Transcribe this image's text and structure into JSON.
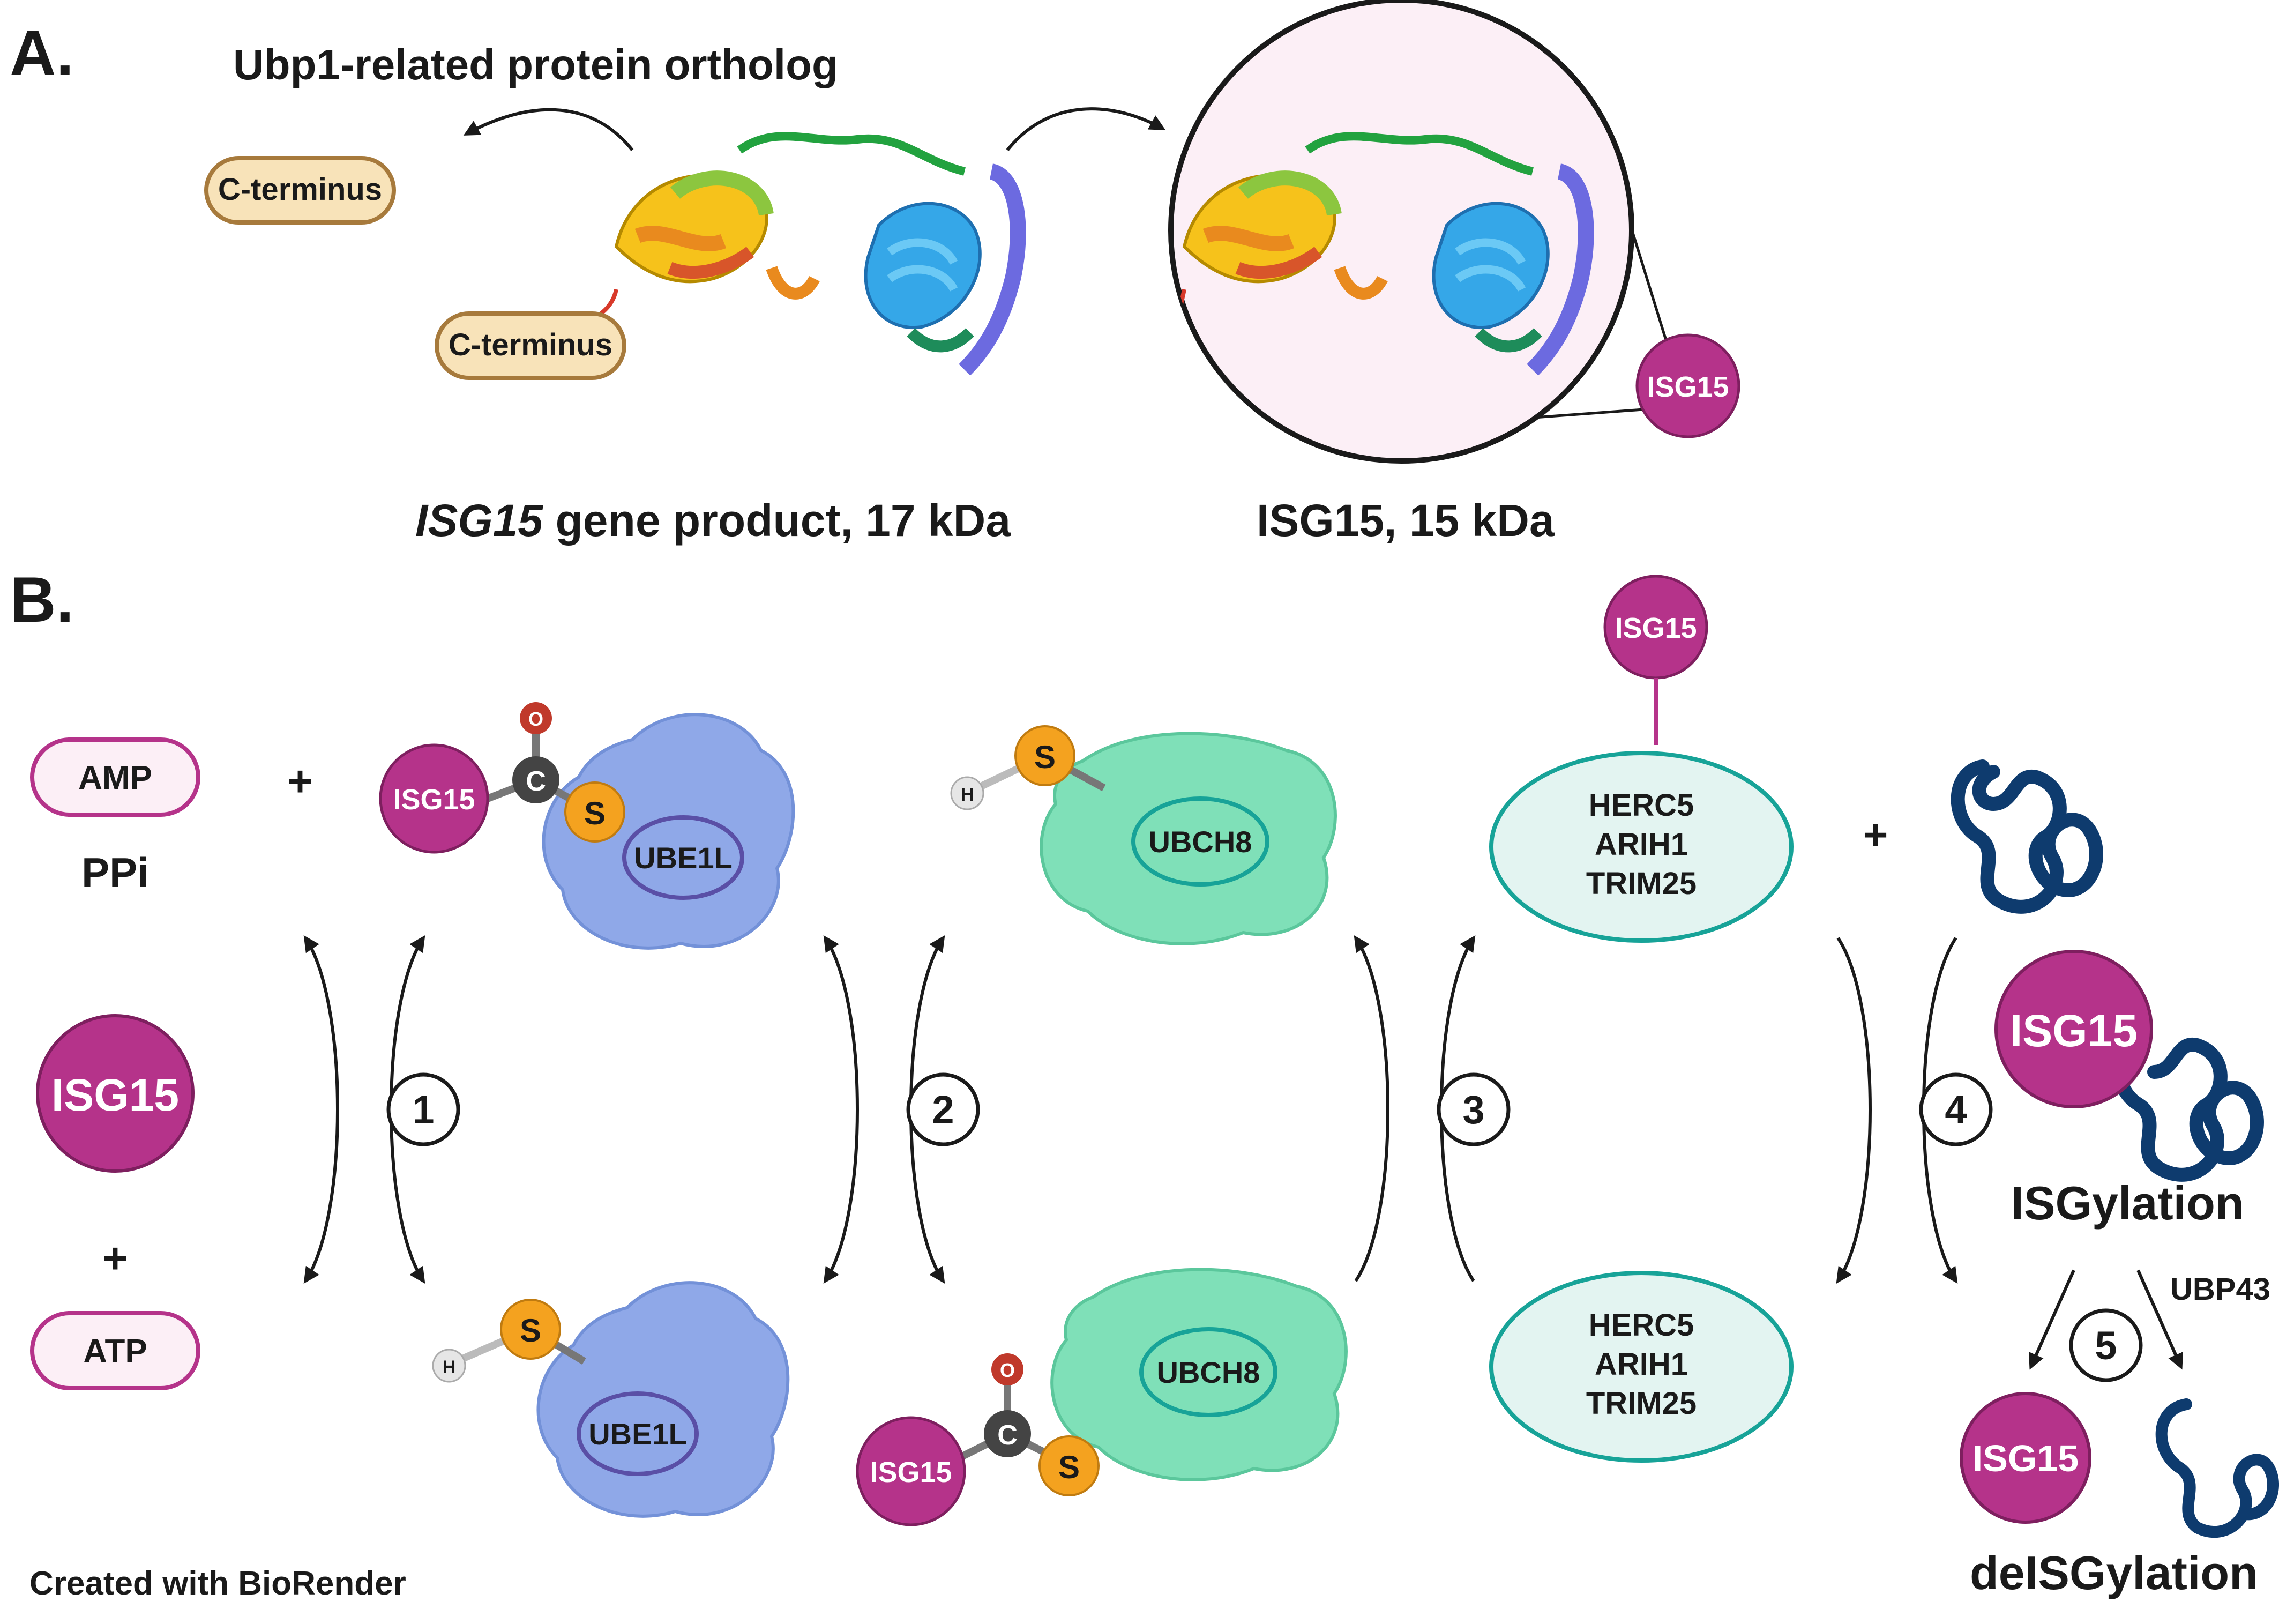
{
  "panel_a": {
    "label": "A.",
    "ortholog_title": "Ubp1-related protein ortholog",
    "cterm_ortholog": "C-terminus",
    "cterm_gene": "C-terminus",
    "gene_caption_italic": "ISG15",
    "gene_caption_rest": " gene product, 17 kDa",
    "mature_caption": "ISG15, 15 kDa",
    "mature_badge": "ISG15"
  },
  "panel_b": {
    "label": "B.",
    "amp": "AMP",
    "ppi": "PPi",
    "plus_1": "+",
    "isg15_free": "ISG15",
    "plus_2": "+",
    "atp": "ATP",
    "e1_top": {
      "isg15": "ISG15",
      "carbon": "C",
      "oxygen": "O",
      "sulfur": "S",
      "enzyme": "UBE1L"
    },
    "e1_bottom": {
      "hydrogen": "H",
      "sulfur": "S",
      "enzyme": "UBE1L"
    },
    "e2_top": {
      "hydrogen": "H",
      "sulfur": "S",
      "enzyme": "UBCH8"
    },
    "e2_bottom": {
      "isg15": "ISG15",
      "carbon": "C",
      "oxygen": "O",
      "sulfur": "S",
      "enzyme": "UBCH8"
    },
    "e3_top": {
      "isg15": "ISG15",
      "names": [
        "HERC5",
        "ARIH1",
        "TRIM25"
      ]
    },
    "e3_bottom": {
      "names": [
        "HERC5",
        "ARIH1",
        "TRIM25"
      ]
    },
    "plus_substrate": "+",
    "steps": [
      "1",
      "2",
      "3",
      "4",
      "5"
    ],
    "isgylation_badge": "ISG15",
    "isgylation_label": "ISGylation",
    "ubp43": "UBP43",
    "deisg_badge": "ISG15",
    "deisgylation_label": "deISGylation"
  },
  "footer": "Created with BioRender",
  "colors": {
    "isg15": "#B5338A",
    "enzyme_e1": "#8FA8E8",
    "enzyme_e2": "#7FE0B8",
    "e3_fill": "#E3F4F1",
    "e3_border": "#17A398",
    "sulfur": "#F4A21F",
    "oxygen": "#C0392B",
    "carbon": "#444444",
    "substrate": "#0E3B6E",
    "cterm_fill": "#F8E3B9",
    "cterm_border": "#A77A3C",
    "mature_bg": "#FCEFF6"
  }
}
